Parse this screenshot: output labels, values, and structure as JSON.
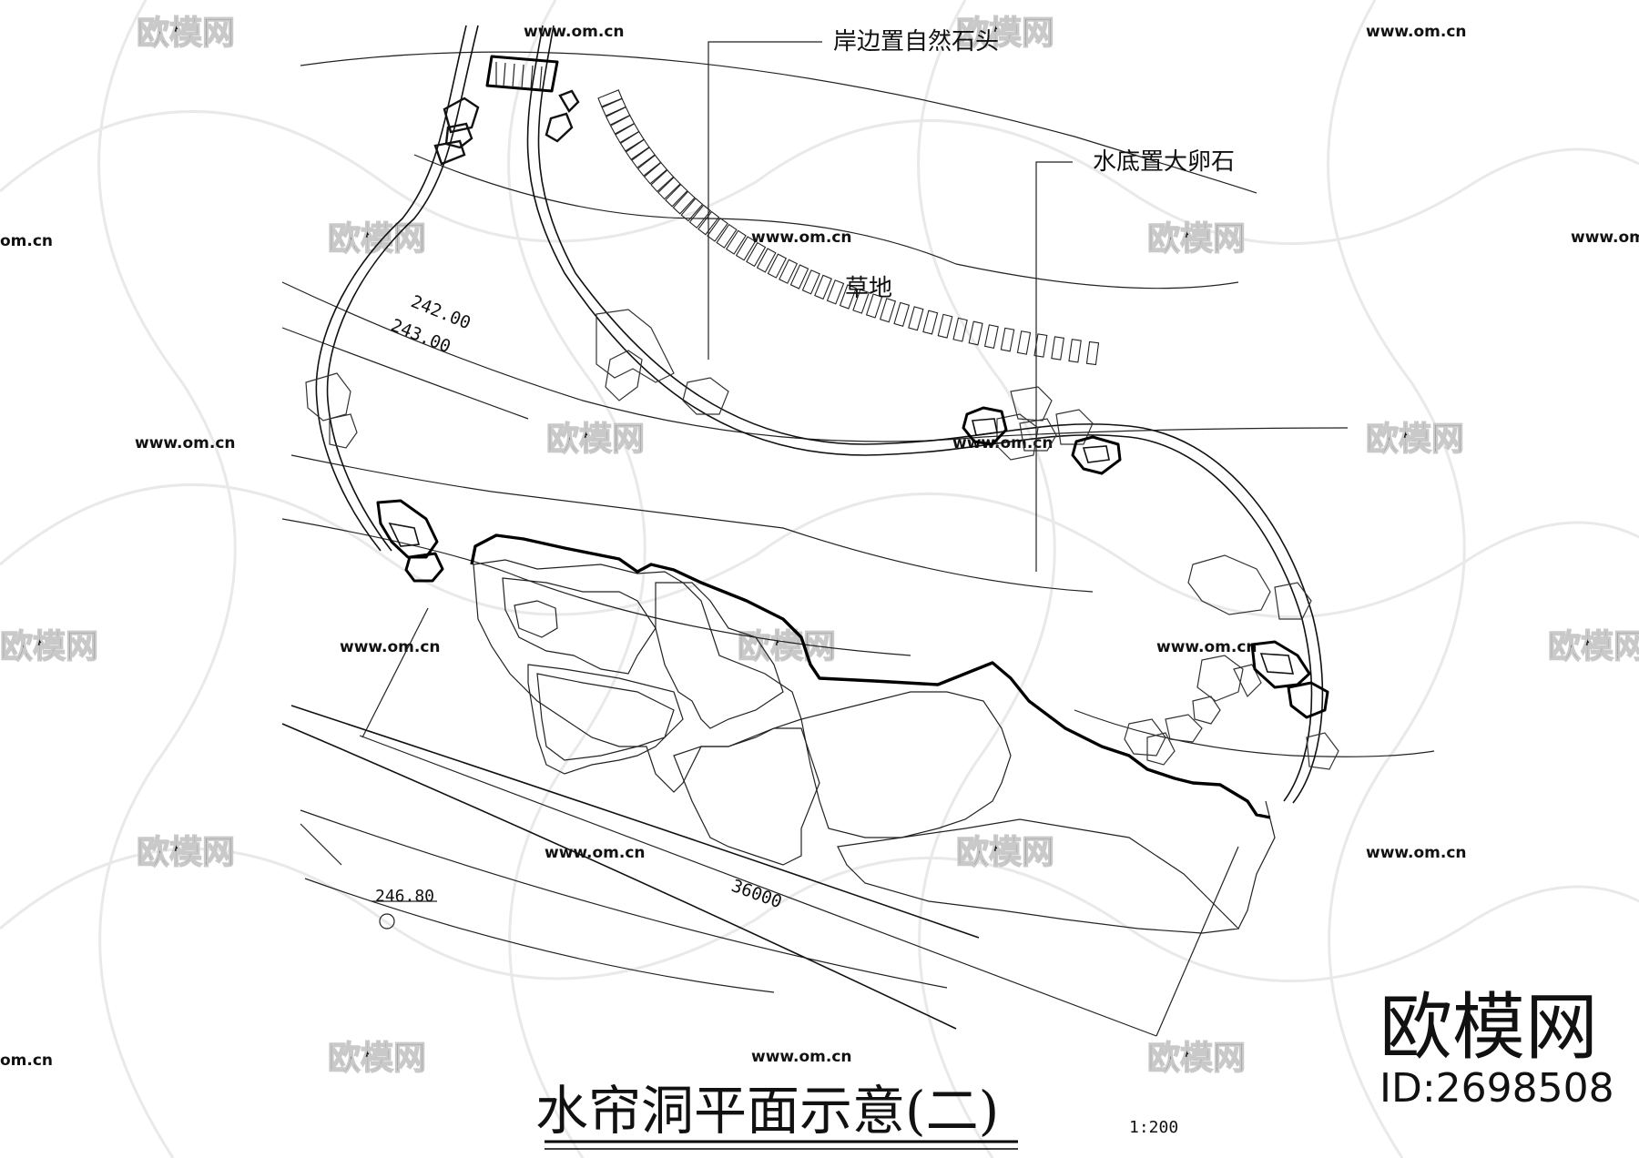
{
  "drawing": {
    "title": "水帘洞平面示意(二)",
    "scale": "1:200",
    "labels": {
      "shore_stones": "岸边置自然石头",
      "pebbles": "水底置大卵石",
      "lawn": "草地"
    },
    "contours": {
      "c1": "242.00",
      "c2": "243.00"
    },
    "spot_elevation": "246.80",
    "dimension": "36000"
  },
  "watermark": {
    "text": "欧模网",
    "url": "www.om.cn",
    "url_fragment": "om.cn",
    "brand": "欧模网",
    "id": "ID:2698508"
  }
}
